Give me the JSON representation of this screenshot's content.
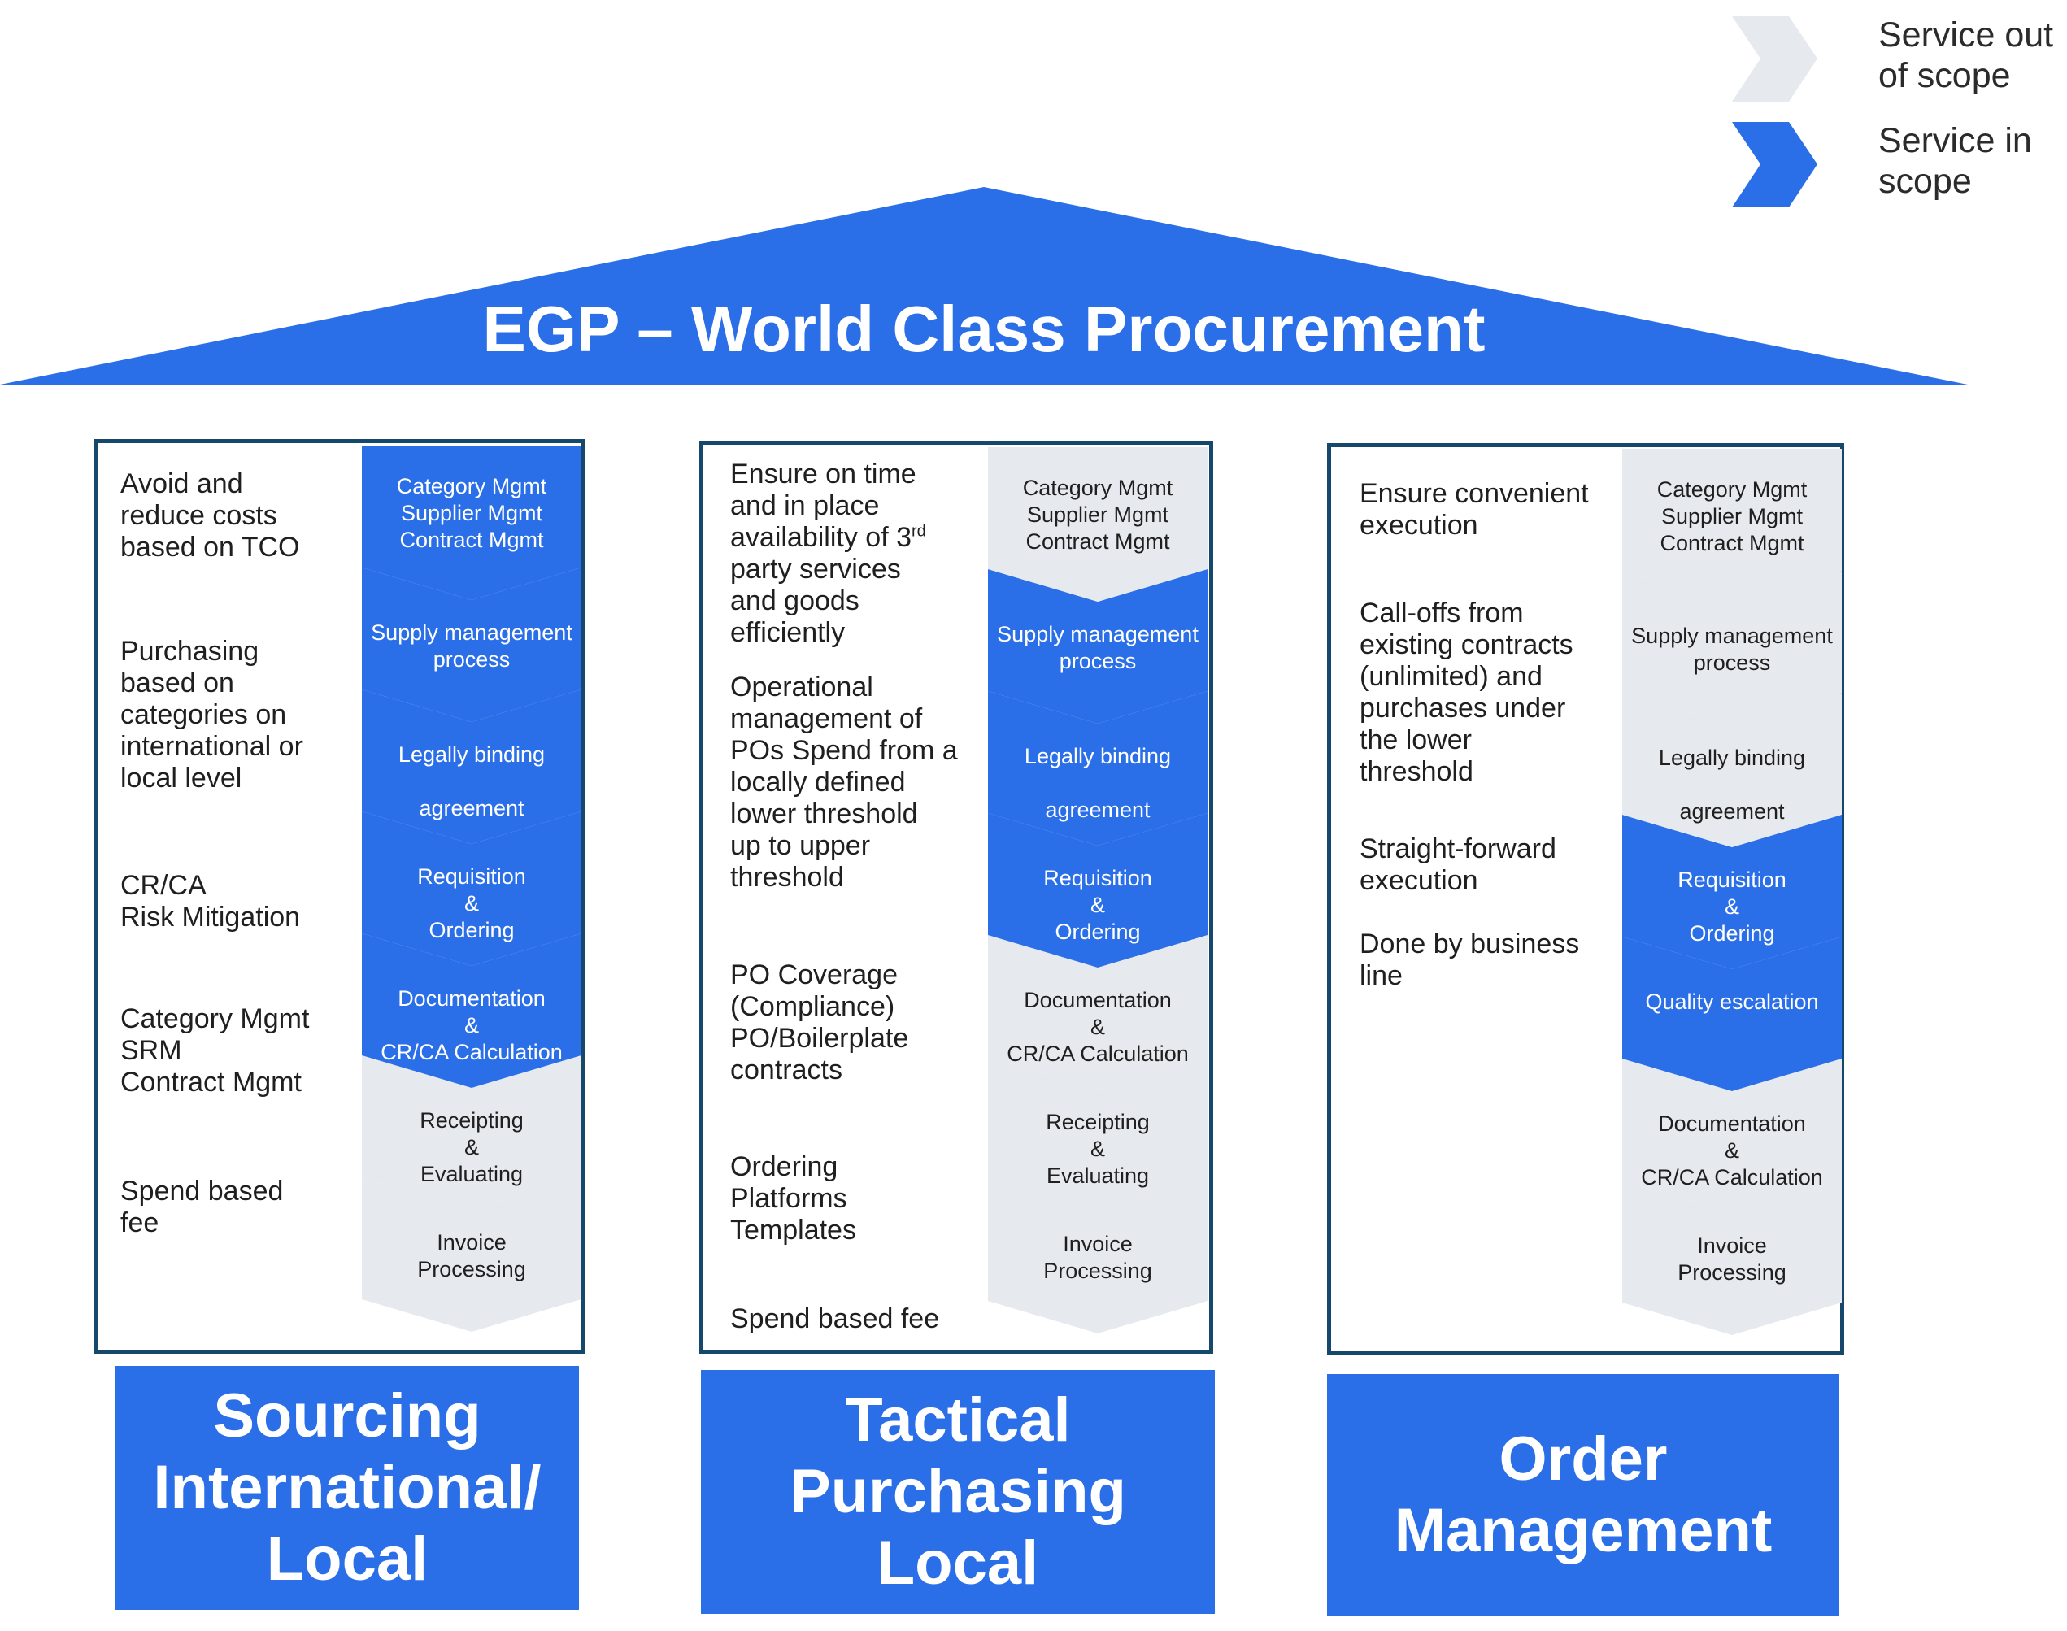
{
  "colors": {
    "in_scope": "#2b6fe8",
    "out_of_scope": "#e6e9ee",
    "pillar_border": "#16486b",
    "text": "#1f1f1f"
  },
  "legend": {
    "out_label": "Service out of scope",
    "in_label": "Service in scope"
  },
  "roof": {
    "title": "EGP – World Class Procurement"
  },
  "pillars": [
    {
      "id": "sourcing",
      "base_lines": [
        "Sourcing",
        "International/",
        "Local"
      ],
      "descriptions": [
        "Avoid and\nreduce costs\nbased on TCO",
        "Purchasing\nbased on\ncategories on\ninternational or\nlocal level",
        "CR/CA\nRisk Mitigation",
        "Category Mgmt\nSRM\nContract Mgmt",
        "Spend based\nfee"
      ],
      "steps": [
        {
          "label": "Category Mgmt\nSupplier Mgmt\nContract Mgmt",
          "scope": "in"
        },
        {
          "label": "Supply management\nprocess",
          "scope": "in"
        },
        {
          "label": "Legally binding\n\nagreement",
          "scope": "in"
        },
        {
          "label": "Requisition\n&\nOrdering",
          "scope": "in"
        },
        {
          "label": "Documentation\n&\nCR/CA Calculation",
          "scope": "in"
        },
        {
          "label": "Receipting\n&\nEvaluating",
          "scope": "out"
        },
        {
          "label": "Invoice\nProcessing",
          "scope": "out"
        }
      ]
    },
    {
      "id": "tactical",
      "base_lines": [
        "Tactical",
        "Purchasing",
        "Local"
      ],
      "descriptions": [
        "Ensure on time\nand in place\navailability of 3",
        "party services\nand goods\nefficiently",
        "Operational\nmanagement of\nPOs Spend from a\nlocally defined\nlower threshold\nup to upper\nthreshold",
        "PO Coverage\n(Compliance)\nPO/Boilerplate\ncontracts",
        "Ordering\nPlatforms\nTemplates",
        "Spend based fee"
      ],
      "superscript": "rd",
      "steps": [
        {
          "label": "Category Mgmt\nSupplier Mgmt\nContract Mgmt",
          "scope": "out"
        },
        {
          "label": "Supply management\nprocess",
          "scope": "in"
        },
        {
          "label": "Legally binding\n\nagreement",
          "scope": "in"
        },
        {
          "label": "Requisition\n&\nOrdering",
          "scope": "in"
        },
        {
          "label": "Documentation\n&\nCR/CA Calculation",
          "scope": "out"
        },
        {
          "label": "Receipting\n&\nEvaluating",
          "scope": "out"
        },
        {
          "label": "Invoice\nProcessing",
          "scope": "out"
        }
      ]
    },
    {
      "id": "order",
      "base_lines": [
        "Order",
        "Management"
      ],
      "descriptions": [
        "Ensure convenient\nexecution",
        "Call-offs from\nexisting contracts\n(unlimited) and\npurchases under\nthe lower\nthreshold",
        "Straight-forward\nexecution",
        "Done by business\nline"
      ],
      "steps": [
        {
          "label": "Category Mgmt\nSupplier Mgmt\nContract Mgmt",
          "scope": "out"
        },
        {
          "label": "Supply management\nprocess",
          "scope": "out"
        },
        {
          "label": "Legally binding\n\nagreement",
          "scope": "out"
        },
        {
          "label": "Requisition\n&\nOrdering",
          "scope": "in"
        },
        {
          "label": "Quality escalation",
          "scope": "in"
        },
        {
          "label": "Documentation\n&\nCR/CA Calculation",
          "scope": "out"
        },
        {
          "label": "Invoice\nProcessing",
          "scope": "out"
        }
      ]
    }
  ]
}
